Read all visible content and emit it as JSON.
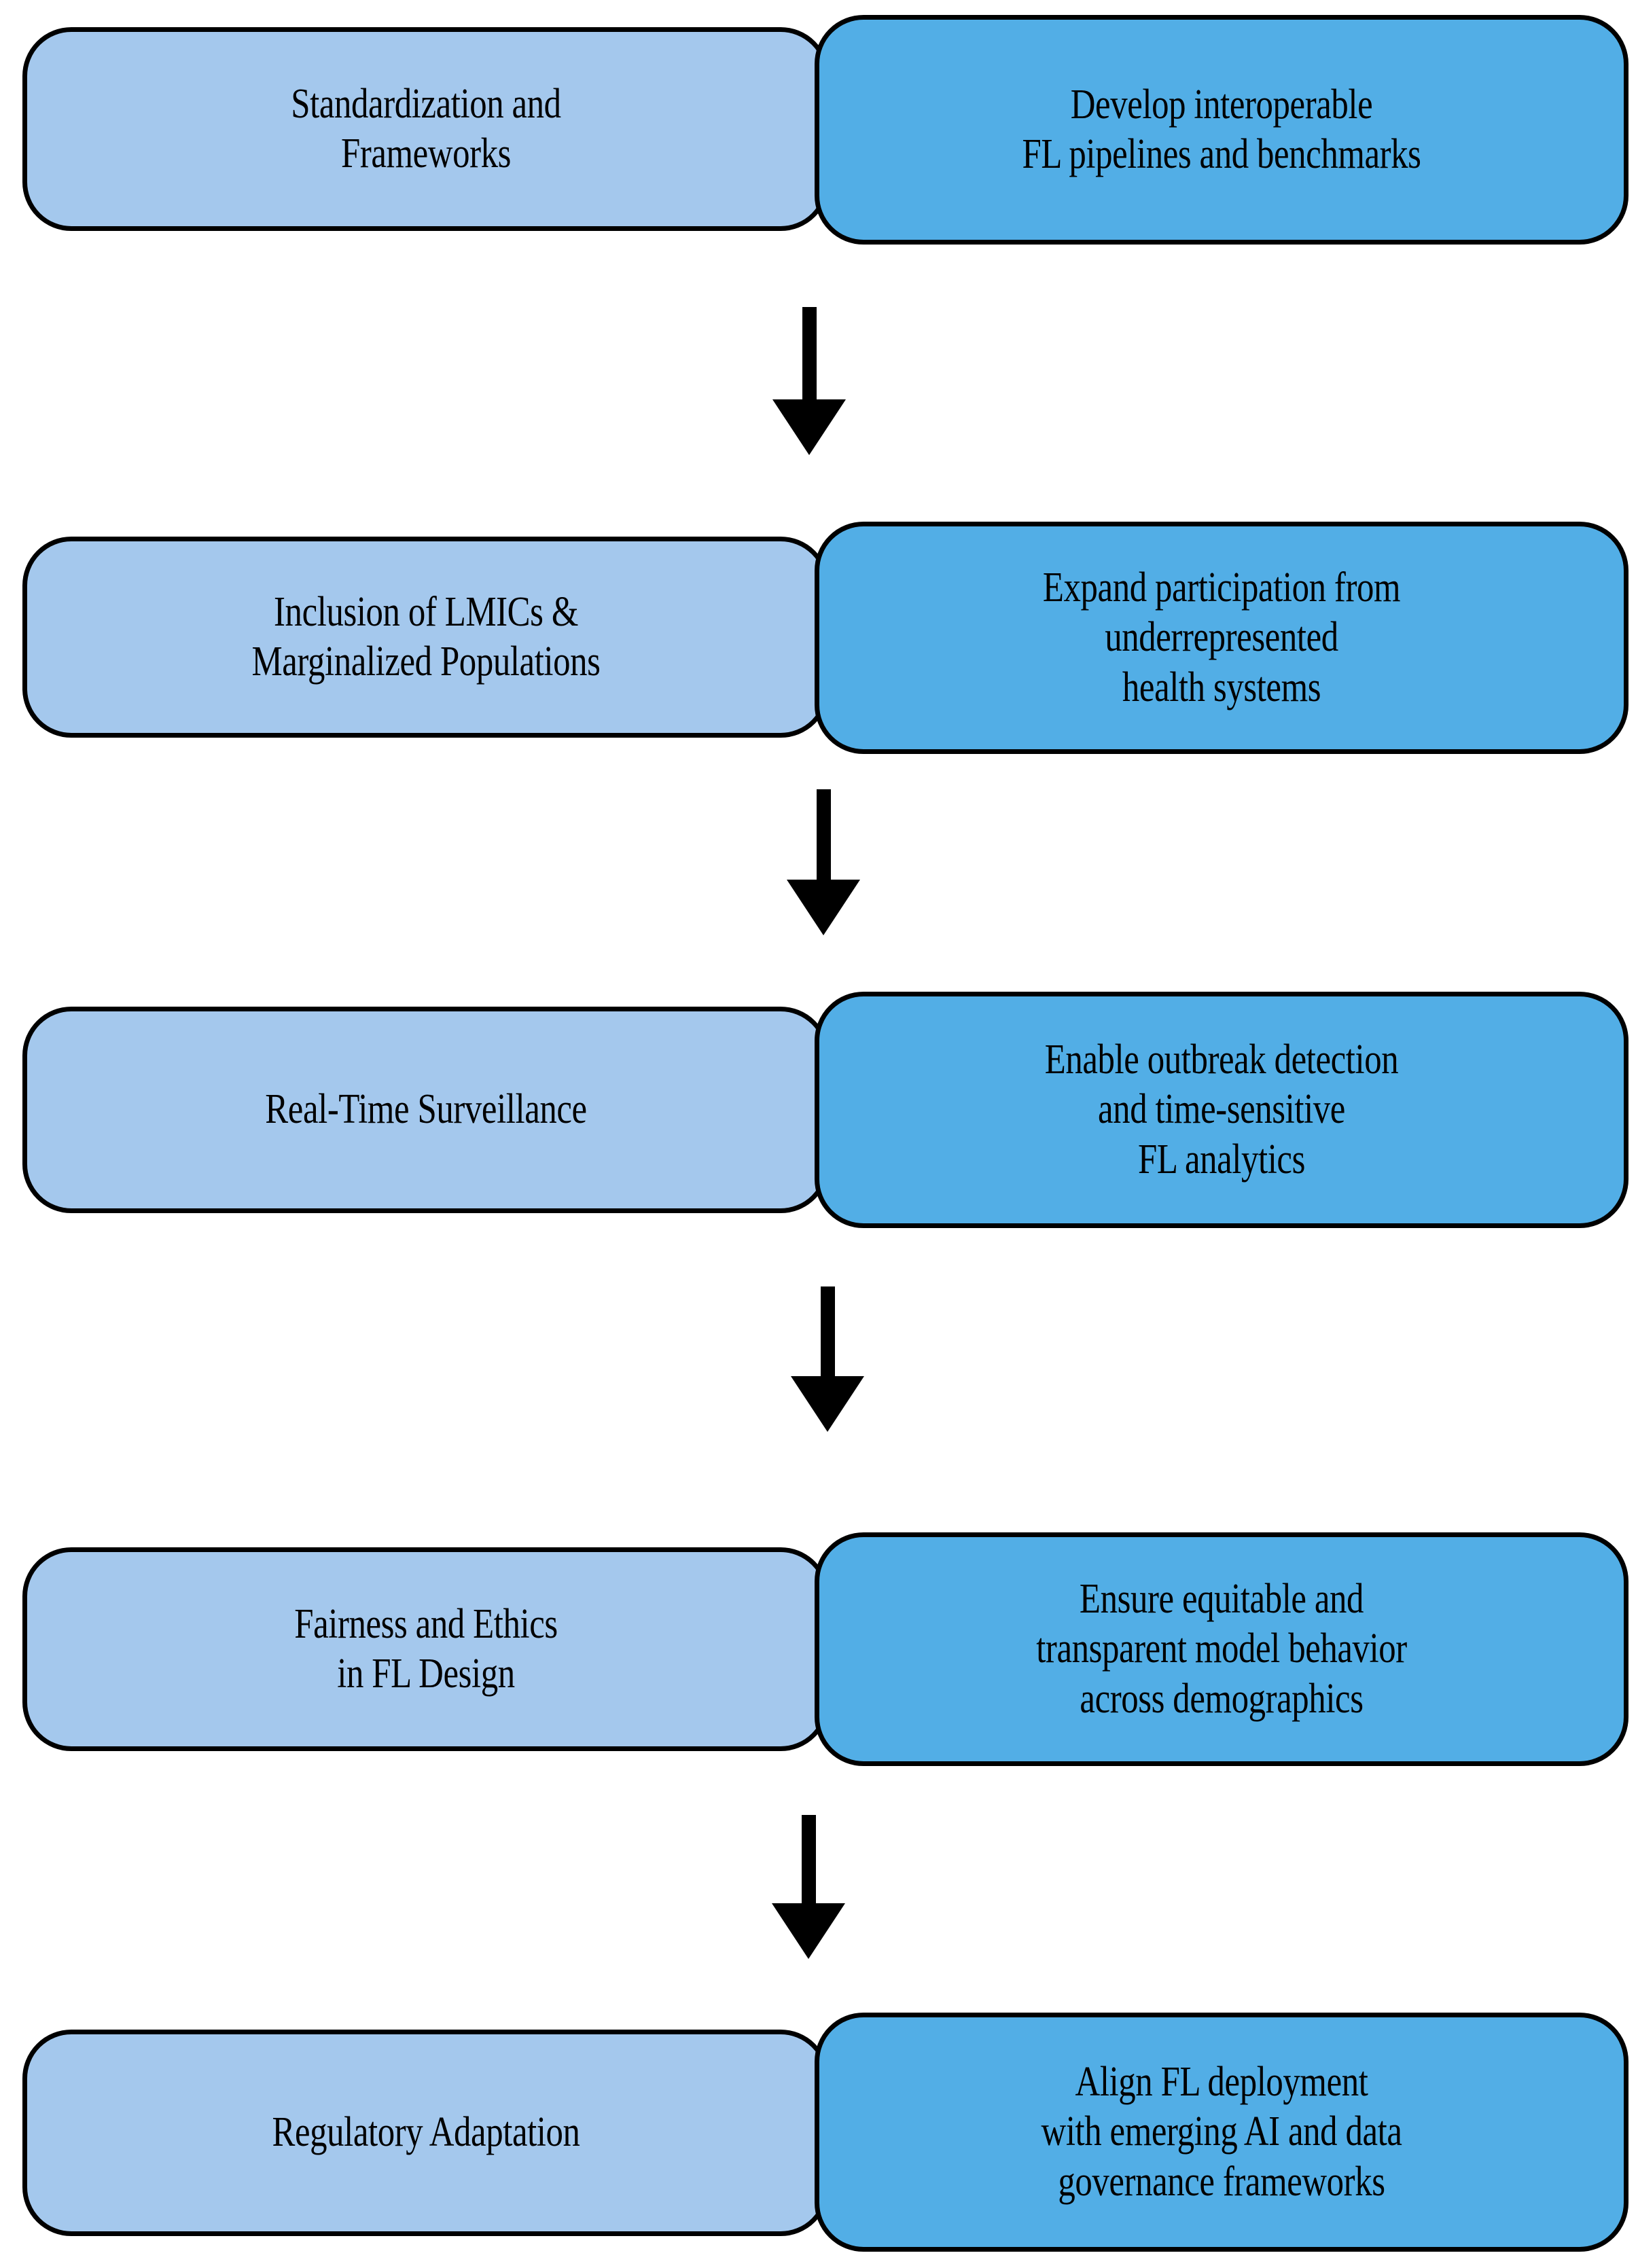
{
  "diagram": {
    "type": "vertical-flowchart",
    "orientation": "top-to-bottom",
    "colors": {
      "theme_label_fill": "#A4C8ED",
      "theme_action_fill": "#52AEE6",
      "outline": "#000000",
      "arrow": "#000000",
      "text": "#000000",
      "background": "#FFFFFF"
    },
    "rows": [
      {
        "theme": "Standardization and\nFrameworks",
        "action": "Develop interoperable\nFL pipelines and benchmarks"
      },
      {
        "theme": "Inclusion of LMICs &\nMarginalized Populations",
        "action": "Expand participation from\nunderrepresented\nhealth systems"
      },
      {
        "theme": "Real-Time Surveillance",
        "action": "Enable outbreak detection\nand time-sensitive\nFL analytics"
      },
      {
        "theme": "Fairness and Ethics\nin FL Design",
        "action": "Ensure equitable and\ntransparent model behavior\nacross demographics"
      },
      {
        "theme": "Regulatory Adaptation",
        "action": "Align FL deployment\nwith emerging AI and data\ngovernance frameworks"
      }
    ],
    "connectors": [
      {
        "from": 0,
        "to": 1,
        "icon": "down-arrow-icon"
      },
      {
        "from": 1,
        "to": 2,
        "icon": "down-arrow-icon"
      },
      {
        "from": 2,
        "to": 3,
        "icon": "down-arrow-icon"
      },
      {
        "from": 3,
        "to": 4,
        "icon": "down-arrow-icon"
      }
    ]
  }
}
